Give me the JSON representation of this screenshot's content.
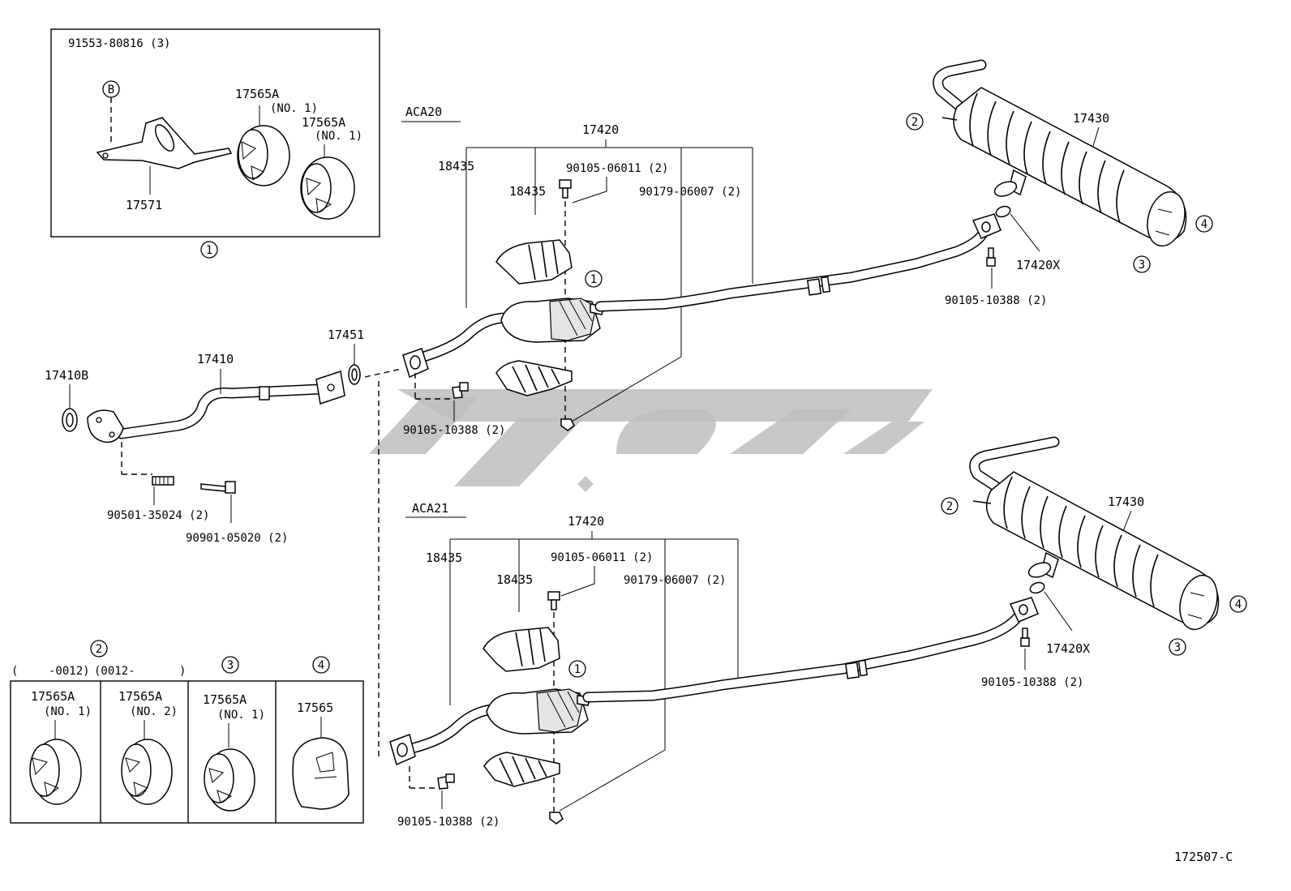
{
  "inset_top": {
    "title_marker": "1",
    "bolt": "91553-80816 (3)",
    "bolt_marker": "B",
    "bracket": "17571",
    "hanger_a": "17565A",
    "hanger_a_note": "(NO. 1)",
    "hanger_b": "17565A",
    "hanger_b_note": "(NO. 1)"
  },
  "front_pipe": {
    "gasket": "17410B",
    "pipe": "17410",
    "gasket2": "17451",
    "spring": "90501-35024 (2)",
    "bolt": "90901-05020 (2)"
  },
  "aca20": {
    "model": "ACA20",
    "converter": "17420",
    "shield_outer": "18435",
    "shield_inner": "18435",
    "bolt_a": "90105-06011 (2)",
    "nut": "90179-06007 (2)",
    "marker": "1",
    "flange_bolt": "90105-10388 (2)",
    "muffler": "17430",
    "gasket": "17420X",
    "rear_bolt": "90105-10388 (2)",
    "m2": "2",
    "m3": "3",
    "m4": "4"
  },
  "aca21": {
    "model": "ACA21",
    "converter": "17420",
    "shield_outer": "18435",
    "shield_inner": "18435",
    "bolt_a": "90105-06011 (2)",
    "nut": "90179-06007 (2)",
    "marker": "1",
    "flange_bolt": "90105-10388 (2)",
    "muffler": "17430",
    "gasket": "17420X",
    "rear_bolt": "90105-10388 (2)",
    "m2": "2",
    "m3": "3",
    "m4": "4"
  },
  "inset_bottom": {
    "group2_marker": "2",
    "date_open": "(",
    "date_a": "-0012)",
    "date_b": "(0012-",
    "date_close": ")",
    "group3_marker": "3",
    "group4_marker": "4",
    "cells": [
      {
        "part": "17565A",
        "note": "(NO. 1)"
      },
      {
        "part": "17565A",
        "note": "(NO. 2)"
      },
      {
        "part": "17565A",
        "note": "(NO. 1)"
      },
      {
        "part": "17565",
        "note": ""
      }
    ]
  },
  "diagram_id": "172507-C"
}
